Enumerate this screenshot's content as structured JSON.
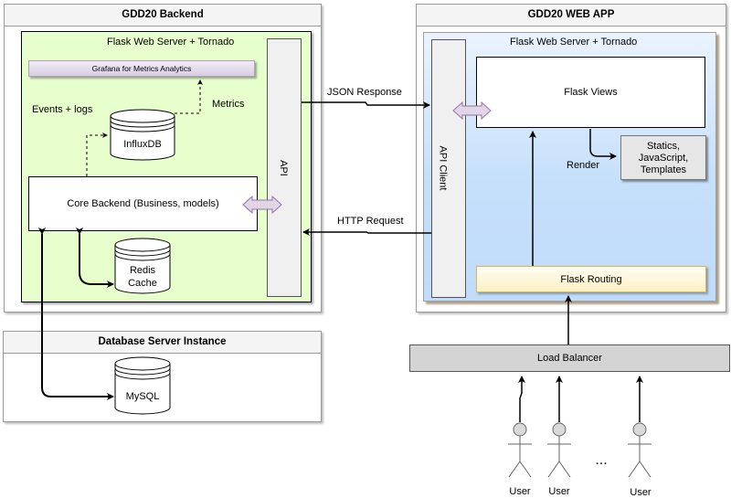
{
  "backend": {
    "title": "GDD20 Backend",
    "server": "Flask Web Server + Tornado",
    "grafana": "Grafana for Metrics Analytics",
    "events_logs": "Events + logs",
    "metrics": "Metrics",
    "influxdb": "InfluxDB",
    "core": "Core Backend (Business, models)",
    "redis_line1": "Redis",
    "redis_line2": "Cache",
    "api": "API"
  },
  "database": {
    "title": "Database Server Instance",
    "mysql": "MySQL"
  },
  "webapp": {
    "title": "GDD20 WEB APP",
    "server": "Flask Web Server + Tornado",
    "api_client": "API Client",
    "views": "Flask Views",
    "render": "Render",
    "statics_line1": "Statics,",
    "statics_line2": "JavaScript,",
    "statics_line3": "Templates",
    "routing": "Flask Routing"
  },
  "connections": {
    "json_response": "JSON Response",
    "http_request": "HTTP Request"
  },
  "load_balancer": "Load Balancer",
  "users": {
    "labels": [
      "User",
      "User",
      "User"
    ],
    "ellipsis": "..."
  },
  "colors": {
    "backend_fill": "#e6ffcc",
    "webapp_gradient_top": "#eaf3fd",
    "webapp_gradient_bottom": "#c0dcfa",
    "routing_fill": "#fff8d9",
    "double_arrow_fill": "#e1d5e7"
  }
}
